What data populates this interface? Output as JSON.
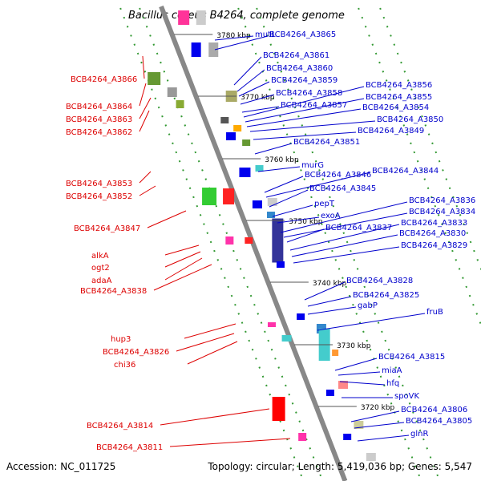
{
  "title": "Bacillus cereus B4264, complete genome",
  "footer": {
    "accession": "Accession: NC_011725",
    "genome_info": "Topology: circular; Length: 5,419,036 bp; Genes: 5,547"
  },
  "colors": {
    "left_labels": "#dd0000",
    "right_labels": "#0000cc",
    "backbone": "#888888",
    "dotted_guides": "#339933"
  },
  "ticks": [
    {
      "label": "3780 kbp"
    },
    {
      "label": "3770 kbp"
    },
    {
      "label": "3760 kbp"
    },
    {
      "label": "3750 kbp"
    },
    {
      "label": "3740 kbp"
    },
    {
      "label": "3730 kbp"
    },
    {
      "label": "3720 kbp"
    }
  ],
  "left_labels": [
    "BCB4264_A3866",
    "BCB4264_A3864",
    "BCB4264_A3863",
    "BCB4264_A3862",
    "BCB4264_A3853",
    "BCB4264_A3852",
    "BCB4264_A3847",
    "alkA",
    "ogt2",
    "adaA",
    "BCB4264_A3838",
    "hup3",
    "BCB4264_A3826",
    "chi36",
    "BCB4264_A3814",
    "BCB4264_A3811"
  ],
  "right_labels": [
    "mutL",
    "BCB4264_A3865",
    "BCB4264_A3861",
    "BCB4264_A3860",
    "BCB4264_A3859",
    "BCB4264_A3858",
    "BCB4264_A3857",
    "BCB4264_A3856",
    "BCB4264_A3855",
    "BCB4264_A3854",
    "BCB4264_A3850",
    "BCB4264_A3849",
    "BCB4264_A3851",
    "murG",
    "BCB4264_A3846",
    "BCB4264_A3844",
    "BCB4264_A3845",
    "pepT",
    "exoA",
    "BCB4264_A3836",
    "BCB4264_A3834",
    "BCB4264_A3837",
    "BCB4264_A3833",
    "BCB4264_A3830",
    "BCB4264_A3829",
    "BCB4264_A3828",
    "BCB4264_A3825",
    "gabP",
    "fruB",
    "BCB4264_A3815",
    "miaA",
    "hfq",
    "spoVK",
    "BCB4264_A3806",
    "BCB4264_A3805",
    "glnR"
  ]
}
